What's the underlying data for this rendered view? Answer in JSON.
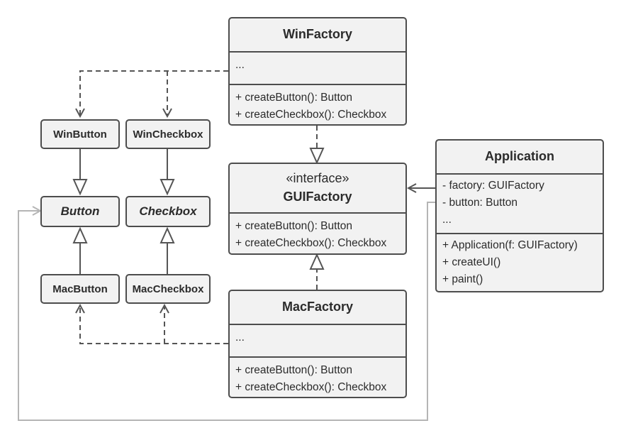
{
  "win_factory": {
    "title": "WinFactory",
    "fields": [
      "..."
    ],
    "methods": [
      "+ createButton(): Button",
      "+ createCheckbox(): Checkbox"
    ]
  },
  "gui_factory": {
    "stereotype": "«interface»",
    "title": "GUIFactory",
    "methods": [
      "+ createButton(): Button",
      "+ createCheckbox(): Checkbox"
    ]
  },
  "mac_factory": {
    "title": "MacFactory",
    "fields": [
      "..."
    ],
    "methods": [
      "+ createButton(): Button",
      "+ createCheckbox(): Checkbox"
    ]
  },
  "application": {
    "title": "Application",
    "fields": [
      "- factory: GUIFactory",
      "- button: Button",
      "..."
    ],
    "methods": [
      "+ Application(f: GUIFactory)",
      "+ createUI()",
      "+ paint()"
    ]
  },
  "products": {
    "win_button": "WinButton",
    "win_checkbox": "WinCheckbox",
    "button": "Button",
    "checkbox": "Checkbox",
    "mac_button": "MacButton",
    "mac_checkbox": "MacCheckbox"
  },
  "colors": {
    "box_fill": "#f2f2f2",
    "box_border": "#4d4d4d",
    "line": "#555555",
    "light_line": "#b5b5b5"
  }
}
